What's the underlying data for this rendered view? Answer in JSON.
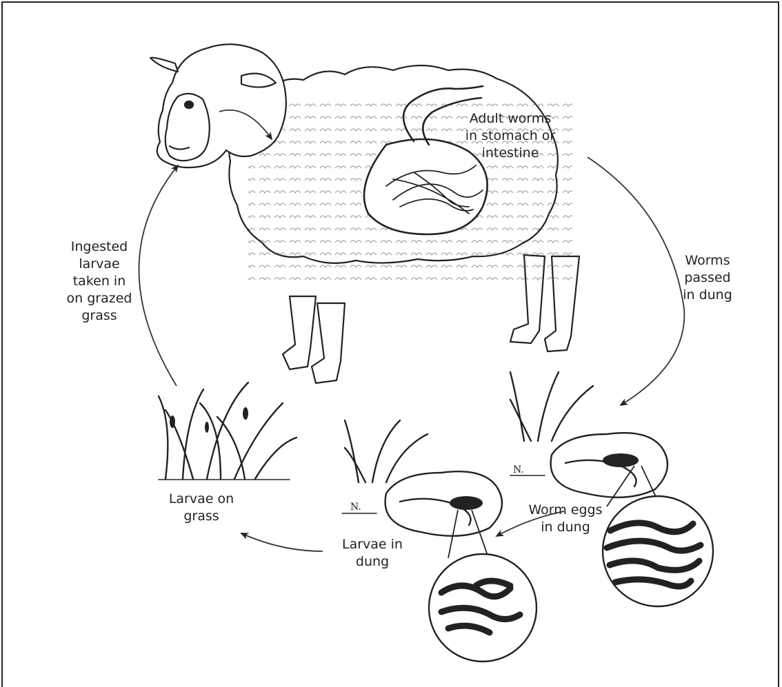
{
  "labels": {
    "adult_worms": "Adult worms\nin stomach or\nintestine",
    "worms_passed": "Worms\npassed\nin dung",
    "worm_eggs": "Worm eggs\nin dung",
    "larvae_in_dung": "Larvae in\ndung",
    "larvae_on_grass": "Larvae on\ngrass",
    "ingested_larvae": "Ingested\nlarvae\ntaken in\non grazed\ngrass"
  },
  "colors": {
    "ink": "#222222",
    "border": "#222222",
    "background": "#ffffff"
  }
}
